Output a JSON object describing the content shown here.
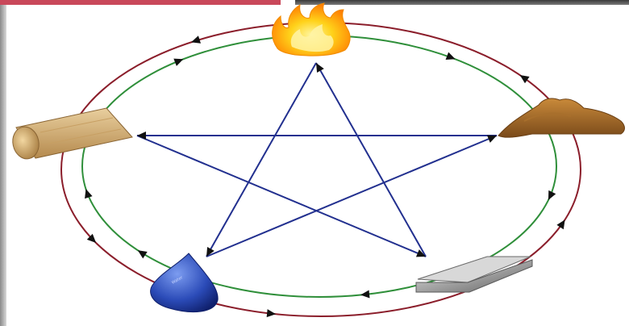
{
  "colors": {
    "outer_ring": "#8b1e2b",
    "inner_ring": "#2f8f3a",
    "star": "#22308f",
    "arrowhead": "#111111",
    "frame_top_left": "#c9485a",
    "frame_top_right": "#555555"
  },
  "elements": [
    {
      "key": "fire",
      "icon": "flame-icon"
    },
    {
      "key": "earth",
      "icon": "earth-mound-icon"
    },
    {
      "key": "metal",
      "icon": "metal-bar-icon"
    },
    {
      "key": "water",
      "icon": "water-drop-icon"
    },
    {
      "key": "wood",
      "icon": "wood-log-icon"
    }
  ],
  "water_drop_label": "Water",
  "outer_cycle": [
    "fire",
    "wood",
    "water",
    "metal",
    "earth"
  ],
  "inner_cycle": [
    "fire",
    "earth",
    "metal",
    "water",
    "wood"
  ],
  "star_edges": [
    [
      "fire",
      "water"
    ],
    [
      "water",
      "earth"
    ],
    [
      "earth",
      "wood"
    ],
    [
      "wood",
      "metal"
    ],
    [
      "metal",
      "fire"
    ]
  ]
}
